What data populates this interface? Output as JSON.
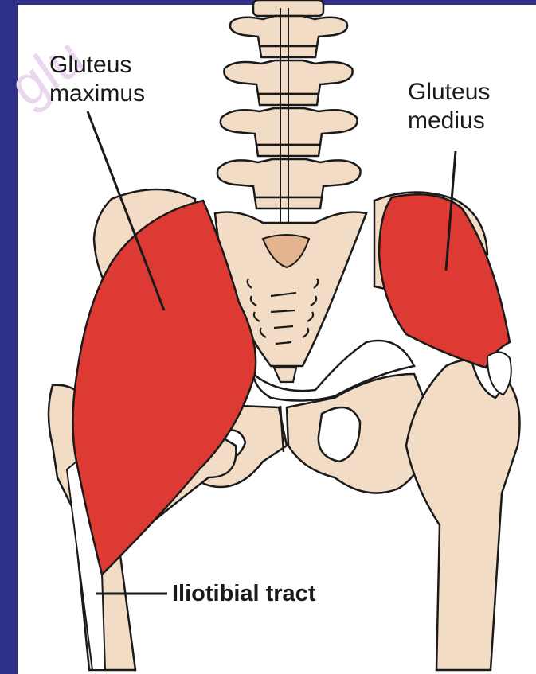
{
  "labels": {
    "gluteus_maximus": [
      "Gluteus",
      "maximus"
    ],
    "gluteus_medius": [
      "Gluteus",
      "medius"
    ],
    "iliotibial_tract": "Iliotibial tract"
  },
  "colors": {
    "background": "#2e2f86",
    "bone": "#f2dcc6",
    "muscle": "#de3a34",
    "outline": "#1a1a1a",
    "tendon": "#ffffff",
    "sacrum_accent": "#e3b48f"
  },
  "watermark": "glu"
}
